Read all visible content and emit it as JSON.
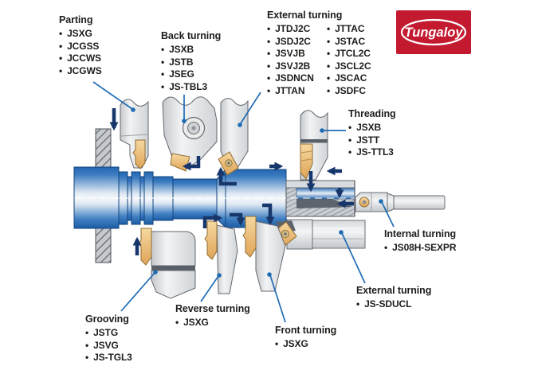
{
  "logo": {
    "text": "Tungaloy",
    "bg_color": "#c41a30"
  },
  "groups": {
    "parting": {
      "title": "Parting",
      "items": [
        "JSXG",
        "JCGSS",
        "JCCWS",
        "JCGWS"
      ]
    },
    "back_turning": {
      "title": "Back turning",
      "items": [
        "JSXB",
        "JSTB",
        "JSEG",
        "JS-TBL3"
      ]
    },
    "external_turning_top": {
      "title": "External turning",
      "col1": [
        "JTDJ2C",
        "JSDJ2C",
        "JSVJB",
        "JSVJ2B",
        "JSDNCN",
        "JTTAN"
      ],
      "col2": [
        "JTTAC",
        "JSTAC",
        "JTCL2C",
        "JSCL2C",
        "JSCAC",
        "JSDFC"
      ]
    },
    "threading": {
      "title": "Threading",
      "items": [
        "JSXB",
        "JSTT",
        "JS-TTL3"
      ]
    },
    "internal_turning": {
      "title": "Internal turning",
      "items": [
        "JS08H-SEXPR"
      ]
    },
    "external_turning_bottom": {
      "title": "External turning",
      "items": [
        "JS-SDUCL"
      ]
    },
    "grooving": {
      "title": "Grooving",
      "items": [
        "JSTG",
        "JSVG",
        "JS-TGL3"
      ]
    },
    "reverse_turning": {
      "title": "Reverse turning",
      "items": [
        "JSXG"
      ]
    },
    "front_turning": {
      "title": "Front turning",
      "items": [
        "JSXG"
      ]
    }
  },
  "colors": {
    "logo_red": "#c41a30",
    "feed_arrow_navy": "#17366b",
    "callout_blue": "#1f6cb5",
    "workpiece_blue": "#2a6ab5",
    "insert_gold": "#e8b468",
    "tool_gray": "#d9dcdf",
    "text": "#1d1d1b"
  }
}
